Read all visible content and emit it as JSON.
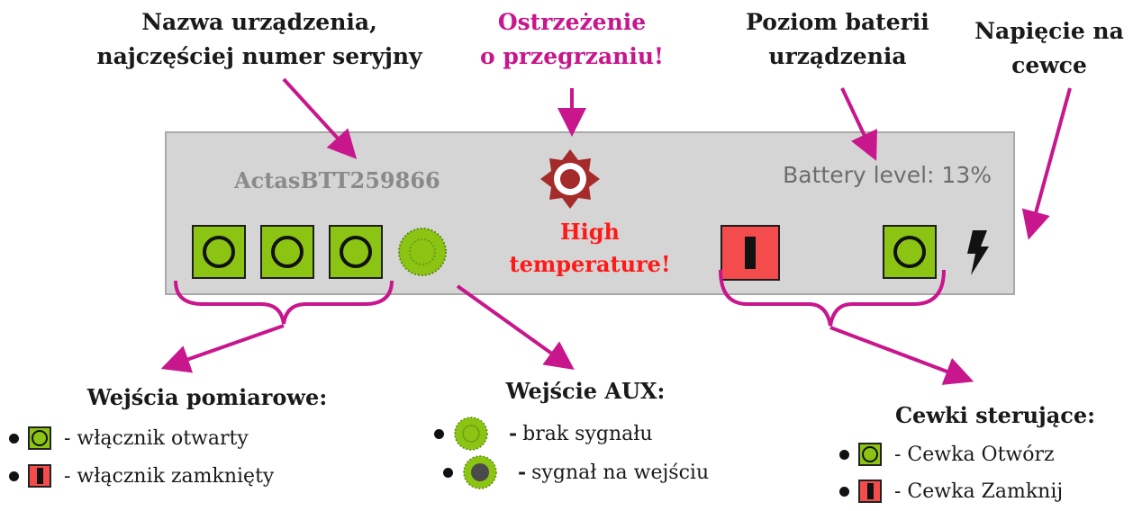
{
  "callouts": {
    "device_name": [
      "Nazwa urządzenia,",
      "najczęściej numer seryjny"
    ],
    "overheat": [
      "Ostrzeżenie",
      "o przegrzaniu!"
    ],
    "battery": [
      "Poziom baterii",
      "urządzenia"
    ],
    "coil_voltage": [
      "Napięcie na",
      "cewce"
    ]
  },
  "panel": {
    "device_name": "ActasBTT259866",
    "battery_level": "Battery level: 13%",
    "high_temp": [
      "High",
      "temperature!"
    ]
  },
  "legend": {
    "measurement_inputs": {
      "title": "Wejścia pomiarowe:",
      "open": "- włącznik otwarty",
      "closed": "- włącznik zamknięty"
    },
    "aux_input": {
      "title": "Wejście AUX:",
      "no_signal": "brak sygnału",
      "signal": "sygnał na wejściu"
    },
    "control_coils": {
      "title": "Cewki sterujące:",
      "open": "- Cewka Otwórz",
      "close": "- Cewka Zamknij"
    }
  },
  "colors": {
    "accent": "#c8168d",
    "green": "#8cc414",
    "red": "#f44c4c",
    "warning_icon": "#a52a2a"
  }
}
